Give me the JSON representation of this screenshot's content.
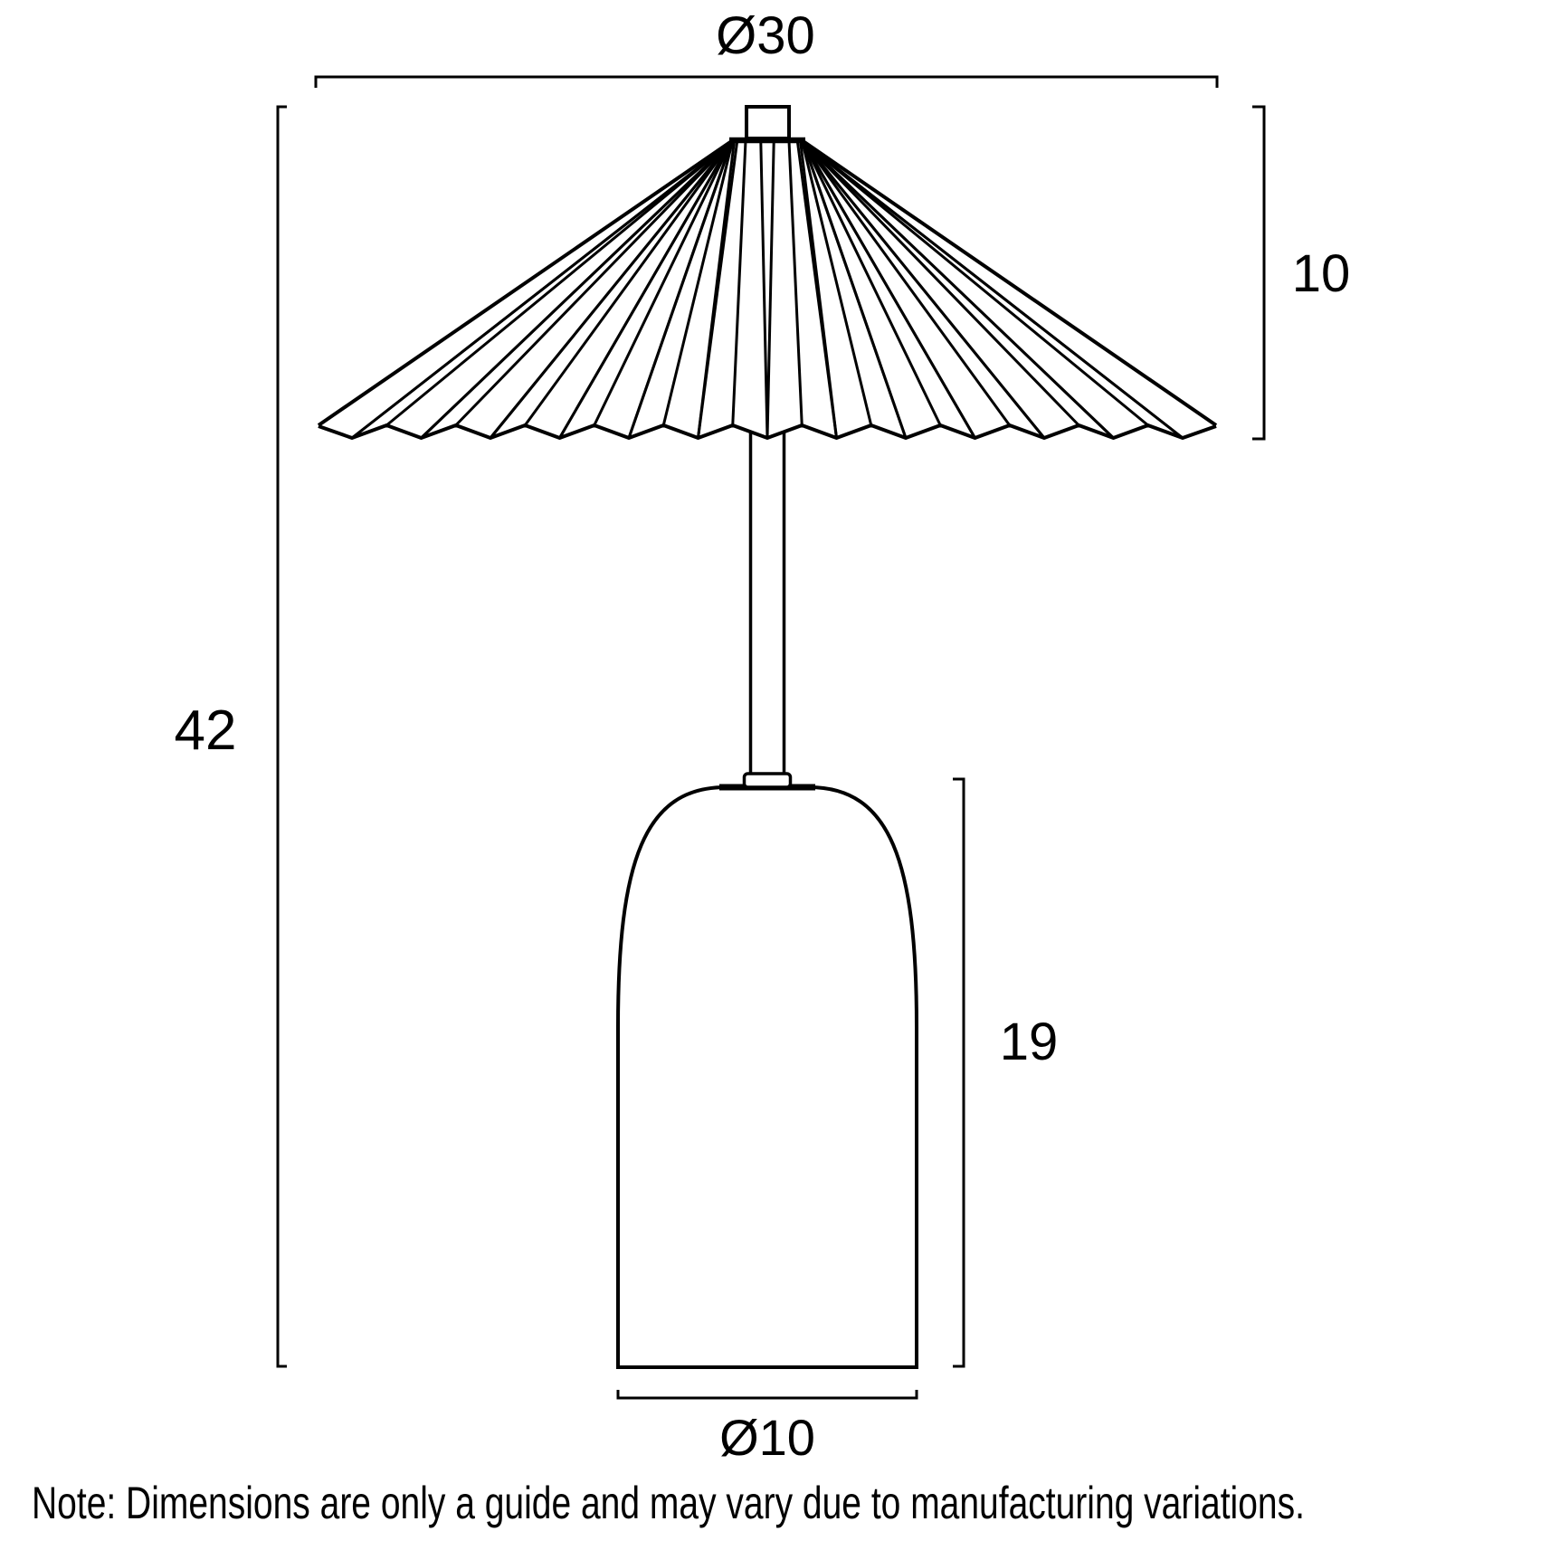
{
  "diagram": {
    "type": "product-dimension-drawing",
    "subject": "pleated-shade table lamp",
    "dimensions": {
      "shade_diameter": "Ø30",
      "shade_height": "10",
      "total_height": "42",
      "base_height": "19",
      "base_diameter": "Ø10"
    },
    "note": "Note: Dimensions are only a guide and may vary due to manufacturing variations.",
    "colors": {
      "line": "#000000",
      "background": "#ffffff"
    }
  }
}
